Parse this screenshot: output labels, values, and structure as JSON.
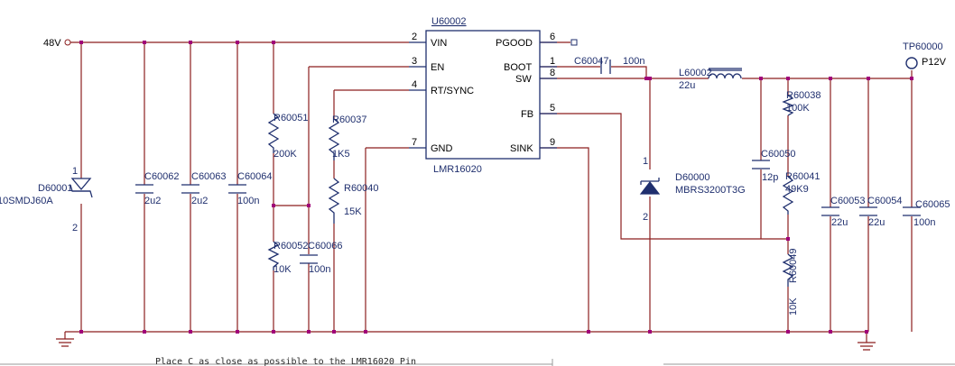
{
  "net_labels": {
    "vin": "48V",
    "vout": "P12V"
  },
  "testpoint": {
    "ref": "TP60000"
  },
  "ic": {
    "ref": "U60002",
    "part": "LMR16020",
    "pins": {
      "vin": {
        "name": "VIN",
        "num": "2"
      },
      "en": {
        "name": "EN",
        "num": "3"
      },
      "rt": {
        "name": "RT/SYNC",
        "num": "4"
      },
      "gnd": {
        "name": "GND",
        "num": "7"
      },
      "pgood": {
        "name": "PGOOD",
        "num": "6"
      },
      "boot": {
        "name": "BOOT",
        "num": "1"
      },
      "sw": {
        "name": "SW",
        "num": "8"
      },
      "fb": {
        "name": "FB",
        "num": "5"
      },
      "sink": {
        "name": "SINK",
        "num": "9"
      }
    }
  },
  "components": {
    "d60001": {
      "ref": "D60001",
      "value": "10SMDJ60A",
      "pin1": "1",
      "pin2": "2"
    },
    "c60062": {
      "ref": "C60062",
      "value": "2u2"
    },
    "c60063": {
      "ref": "C60063",
      "value": "2u2"
    },
    "c60064": {
      "ref": "C60064",
      "value": "100n"
    },
    "r60051": {
      "ref": "R60051",
      "value": "200K"
    },
    "r60052": {
      "ref": "R60052",
      "value": "10K"
    },
    "c60066": {
      "ref": "C60066",
      "value": "100n"
    },
    "r60037": {
      "ref": "R60037",
      "value": "1K5"
    },
    "r60040": {
      "ref": "R60040",
      "value": "15K"
    },
    "c60047": {
      "ref": "C60047",
      "value": "100n"
    },
    "l60002": {
      "ref": "L60002",
      "value": "22u"
    },
    "d60000": {
      "ref": "D60000",
      "value": "MBRS3200T3G",
      "pin1": "1",
      "pin2": "2"
    },
    "r60038": {
      "ref": "R60038",
      "value": "100K"
    },
    "c60050": {
      "ref": "C60050",
      "value": "12p"
    },
    "r60041": {
      "ref": "R60041",
      "value": "49K9"
    },
    "r60049": {
      "ref": "R60049",
      "value": "10K"
    },
    "c60053": {
      "ref": "C60053",
      "value": "22u"
    },
    "c60054": {
      "ref": "C60054",
      "value": "22u"
    },
    "c60065": {
      "ref": "C60065",
      "value": "100n"
    }
  },
  "note": "Place C as close as possible to the LMR16020 Pin",
  "colors": {
    "wire": "#8c1f1f",
    "component": "#1f2f6e",
    "junction": "#a0007a",
    "text": "#1f2f6e"
  }
}
